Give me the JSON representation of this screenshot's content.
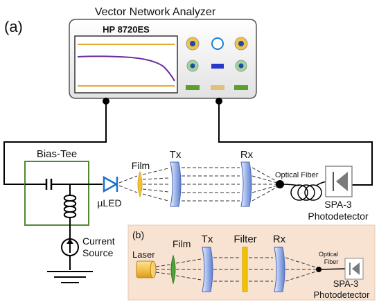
{
  "panel_a_label": "(a)",
  "panel_b_label": "(b)",
  "vna": {
    "title": "Vector Network Analyzer",
    "model": "HP 8720ES"
  },
  "bias_tee_label": "Bias-Tee",
  "uled_label": "µLED",
  "film_label": "Film",
  "tx_label": "Tx",
  "rx_label": "Rx",
  "optical_fiber_label": "Optical Fiber",
  "detector_label_line1": "SPA-3",
  "detector_label_line2": "Photodetector",
  "current_source_line1": "Current",
  "current_source_line2": "Source",
  "inset": {
    "laser_label": "Laser",
    "film_label": "Film",
    "tx_label": "Tx",
    "filter_label": "Filter",
    "rx_label": "Rx",
    "optical_fiber_line1": "Optical",
    "optical_fiber_line2": "Fiber",
    "detector_line1": "SPA-3",
    "detector_line2": "Photodetector"
  },
  "colors": {
    "bias_tee_box": "#4f8a2e",
    "uled": "#1e6fd0",
    "film": "#f0c43a",
    "lens": "#8ea8e6",
    "filter": "#f2c200",
    "inset_bg": "#f8e3d3",
    "laser": "#f6c24c",
    "inset_film": "#4fa33a",
    "screen_trace": "#6a2fa0",
    "screen_limit": "#e3a92b"
  }
}
